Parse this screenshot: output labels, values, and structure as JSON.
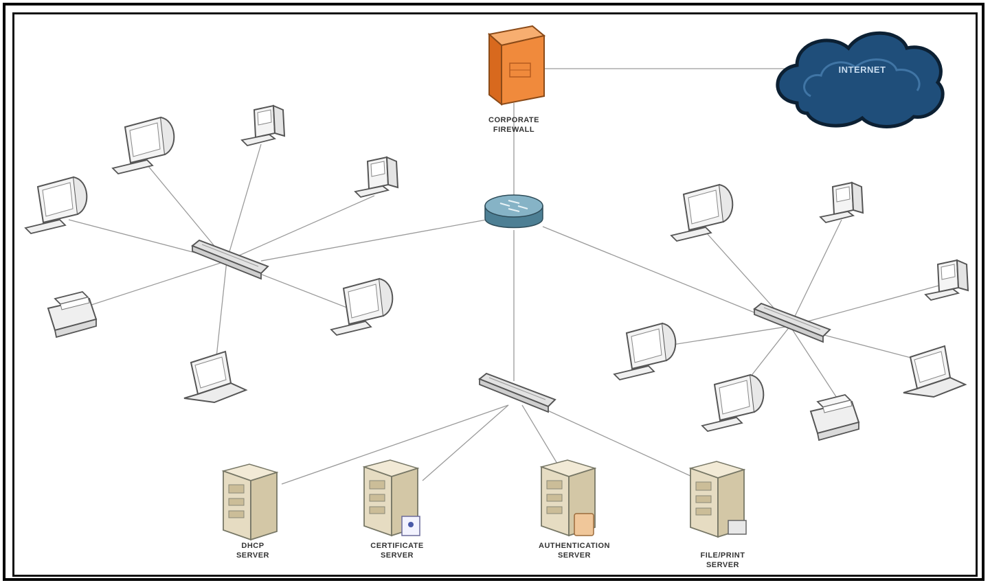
{
  "labels": {
    "internet": "INTERNET",
    "firewall_line1": "CORPORATE",
    "firewall_line2": "FIREWALL",
    "dhcp_line1": "DHCP",
    "dhcp_line2": "SERVER",
    "cert_line1": "CERTIFICATE",
    "cert_line2": "SERVER",
    "auth_line1": "AUTHENTICATION",
    "auth_line2": "SERVER",
    "file_line1": "FILE/PRINT",
    "file_line2": "SERVER"
  },
  "icons": {
    "cloud": "internet-cloud",
    "firewall": "firewall",
    "router": "router",
    "switch": "network-switch",
    "monitor": "desktop-monitor",
    "tower": "desktop-tower",
    "printer": "printer",
    "laptop": "laptop",
    "server": "server-tower"
  },
  "colors": {
    "firewall": "#f08a3c",
    "cloud": "#1f4e7a",
    "router": "#5f8fa4",
    "server": "#e6dcc2",
    "links": "#9a9a9a"
  }
}
